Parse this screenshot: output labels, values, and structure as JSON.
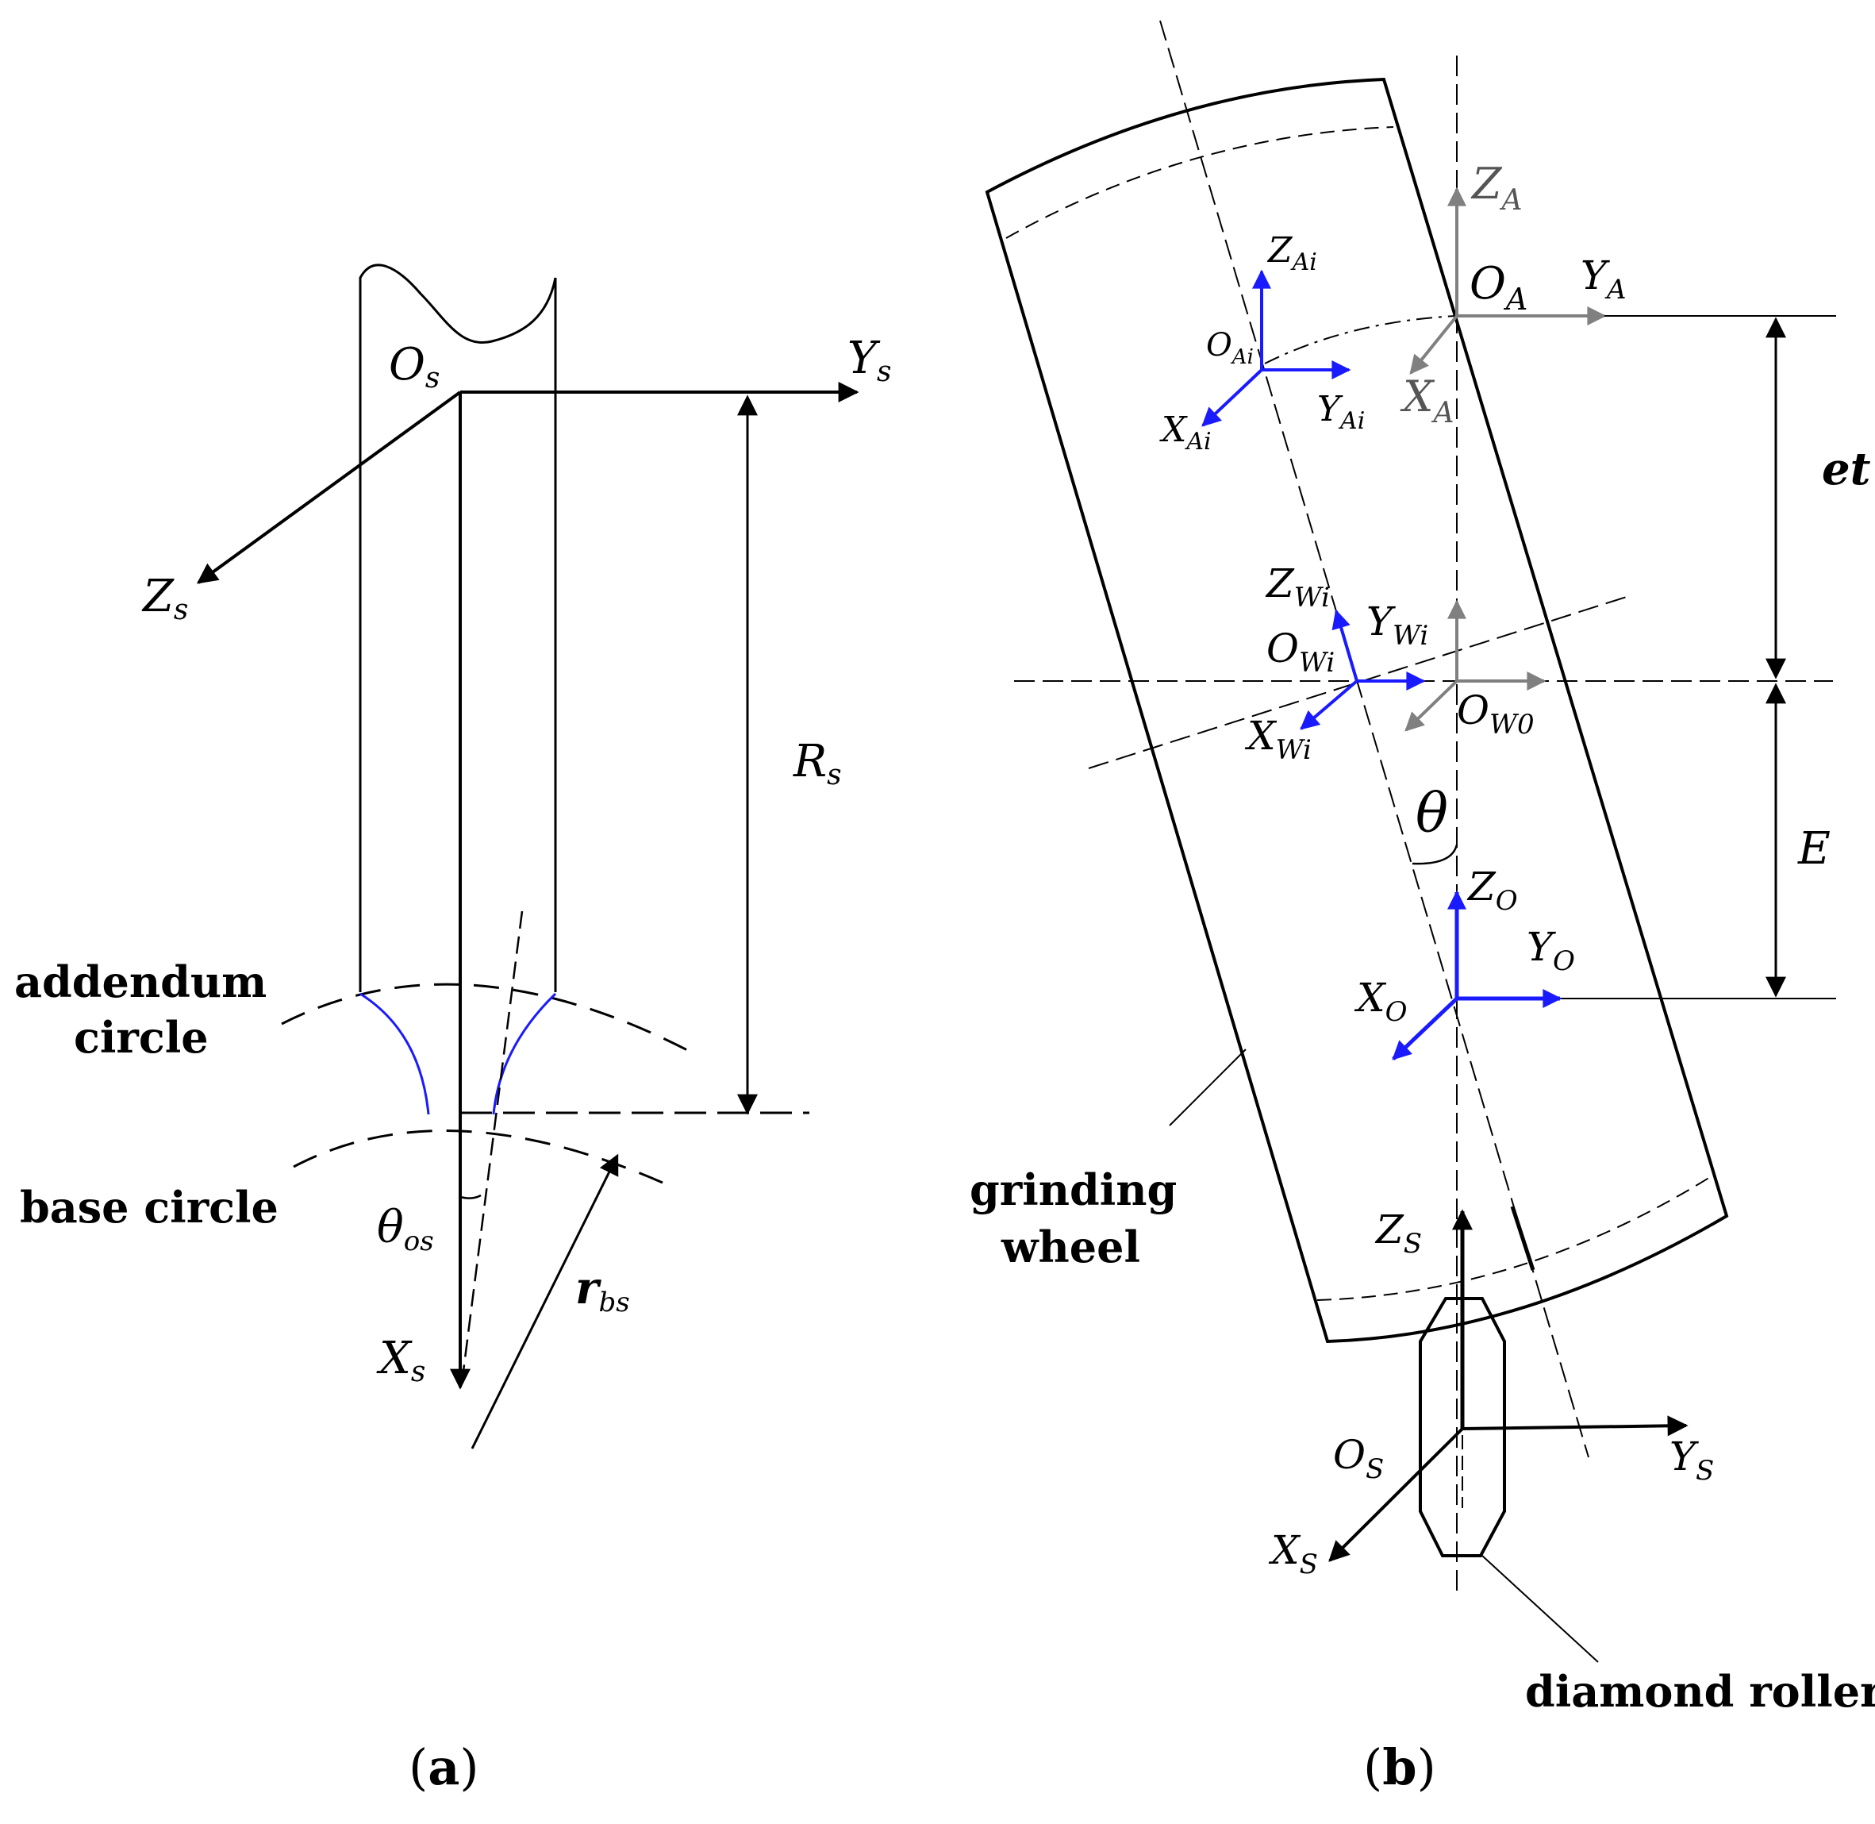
{
  "panel_a": {
    "caption": {
      "open": "(",
      "letter": "a",
      "close": ")"
    },
    "axes": {
      "Os": {
        "main": "O",
        "sub": "s"
      },
      "Ys": {
        "main": "Y",
        "sub": "s"
      },
      "Zs": {
        "main": "Z",
        "sub": "s"
      },
      "Xs": {
        "main": "X",
        "sub": "s"
      },
      "Rs": {
        "main": "R",
        "sub": "s"
      },
      "theta_os": {
        "main": "θ",
        "sub": "os"
      },
      "rbs": {
        "main": "r",
        "sub": "bs"
      }
    },
    "labels": {
      "addendum_line1": "addendum",
      "addendum_line2": "circle",
      "base_circle": "base circle"
    },
    "colors": {
      "profile": "#1a1aff",
      "line": "#000000"
    }
  },
  "panel_b": {
    "caption": {
      "open": "(",
      "letter": "b",
      "close": ")"
    },
    "axes": {
      "ZA": {
        "main": "Z",
        "sub": "A"
      },
      "OA": {
        "main": "O",
        "sub": "A"
      },
      "YA": {
        "main": "Y",
        "sub": "A"
      },
      "XA": {
        "main": "X",
        "sub": "A"
      },
      "ZAi": {
        "main": "Z",
        "sub": "Ai"
      },
      "OAi": {
        "main": "O",
        "sub": "Ai"
      },
      "YAi": {
        "main": "Y",
        "sub": "Ai"
      },
      "XAi": {
        "main": "X",
        "sub": "Ai"
      },
      "ZWi": {
        "main": "Z",
        "sub": "Wi"
      },
      "YWi": {
        "main": "Y",
        "sub": "Wi"
      },
      "OWi": {
        "main": "O",
        "sub": "Wi"
      },
      "XWi": {
        "main": "X",
        "sub": "Wi"
      },
      "OW0": {
        "main": "O",
        "sub": "W0"
      },
      "theta": {
        "main": "θ"
      },
      "ZO": {
        "main": "Z",
        "sub": "O"
      },
      "YO": {
        "main": "Y",
        "sub": "O"
      },
      "XO": {
        "main": "X",
        "sub": "O"
      },
      "ZS": {
        "main": "Z",
        "sub": "S"
      },
      "OS": {
        "main": "O",
        "sub": "S"
      },
      "YS": {
        "main": "Y",
        "sub": "S"
      },
      "XS": {
        "main": "X",
        "sub": "S"
      }
    },
    "dims": {
      "et": "et",
      "E": "E"
    },
    "labels": {
      "grinding_line1": "grinding",
      "grinding_line2": "wheel",
      "diamond_roller": "diamond roller"
    },
    "colors": {
      "blue_axes": "#1a1aff",
      "gray_axes": "#808080",
      "line": "#000000"
    }
  }
}
